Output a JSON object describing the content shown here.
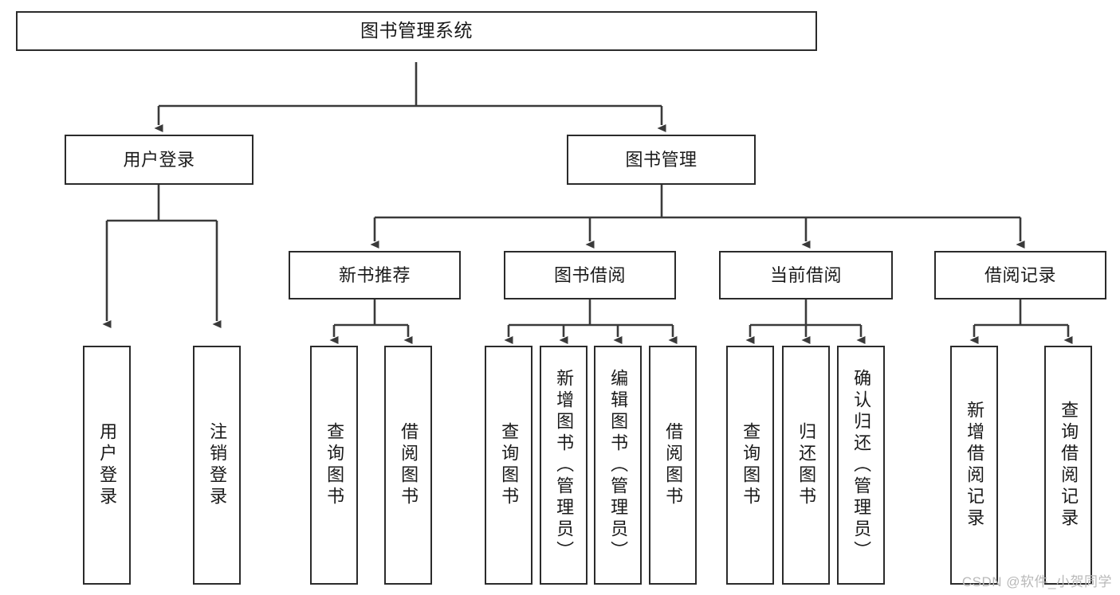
{
  "diagram": {
    "title": "图书管理系统",
    "type": "tree-hierarchy",
    "watermark": "CSDN @软件_小贺同学",
    "colors": {
      "box_border": "#2b2b2b",
      "box_fill": "#ffffff",
      "connector": "#3a3a3a",
      "text": "#1a1a1a",
      "watermark": "#b9b9b9"
    },
    "nodes": {
      "root": {
        "label": "图书管理系统"
      },
      "level2": [
        {
          "id": "user-login",
          "label": "用户登录"
        },
        {
          "id": "book-manage",
          "label": "图书管理"
        }
      ],
      "level3": [
        {
          "id": "new-book-recommend",
          "label": "新书推荐"
        },
        {
          "id": "book-borrow",
          "label": "图书借阅"
        },
        {
          "id": "current-borrow",
          "label": "当前借阅"
        },
        {
          "id": "borrow-record",
          "label": "借阅记录"
        }
      ],
      "leaves": {
        "user_login": [
          {
            "id": "leaf-user-login",
            "label": "用户登录"
          },
          {
            "id": "leaf-logout-login",
            "label": "注销登录"
          }
        ],
        "new_book_recommend": [
          {
            "id": "leaf-query-book-1",
            "label": "查询图书"
          },
          {
            "id": "leaf-borrow-book-1",
            "label": "借阅图书"
          }
        ],
        "book_borrow": [
          {
            "id": "leaf-query-book-2",
            "label": "查询图书"
          },
          {
            "id": "leaf-add-book",
            "label": "新增图书（管理员）"
          },
          {
            "id": "leaf-edit-book",
            "label": "编辑图书（管理员）"
          },
          {
            "id": "leaf-borrow-book-2",
            "label": "借阅图书"
          }
        ],
        "current_borrow": [
          {
            "id": "leaf-query-book-3",
            "label": "查询图书"
          },
          {
            "id": "leaf-return-book",
            "label": "归还图书"
          },
          {
            "id": "leaf-confirm-return",
            "label": "确认归还（管理员）"
          }
        ],
        "borrow_record": [
          {
            "id": "leaf-add-record",
            "label": "新增借阅记录"
          },
          {
            "id": "leaf-query-record",
            "label": "查询借阅记录"
          }
        ]
      }
    }
  }
}
